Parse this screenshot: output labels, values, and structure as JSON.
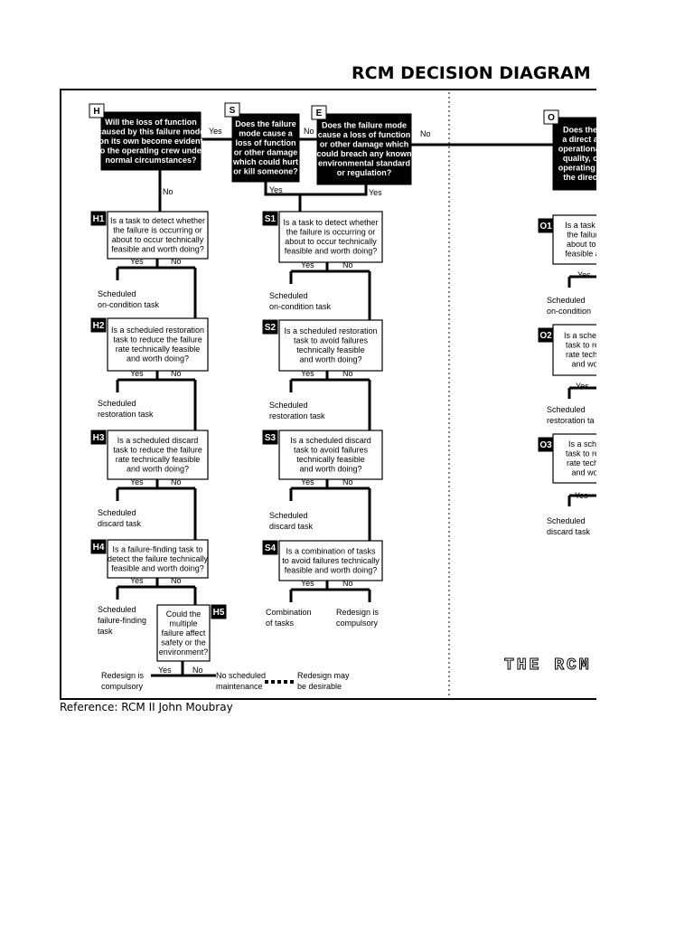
{
  "document": {
    "title": "RCM DECISION DIAGRAM",
    "reference": "Reference: RCM II John Moubray",
    "watermark": "THE RCM"
  },
  "diagram": {
    "tags": {
      "h": "H",
      "s": "S",
      "e": "E",
      "o": "O",
      "h1": "H1",
      "h2": "H2",
      "h3": "H3",
      "h4": "H4",
      "h5": "H5",
      "s1": "S1",
      "s2": "S2",
      "s3": "S3",
      "s4": "S4",
      "o1": "O1",
      "o2": "O2",
      "o3": "O3"
    },
    "questions": {
      "h": [
        "Will the loss of function",
        "caused by this failure mode",
        "on its own become evident",
        "to the operating crew under",
        "normal circumstances?"
      ],
      "s": [
        "Does the failure",
        "mode cause a",
        "loss of function",
        "or other damage",
        "which could hurt",
        "or kill someone?"
      ],
      "e": [
        "Does the failure mode",
        "cause a loss of function",
        "or other damage which",
        "could breach any known",
        "environmental standard",
        "or regulation?"
      ],
      "o": [
        "Does the",
        "a direct a",
        "operational",
        "quality, c",
        "operating c",
        "the direc"
      ],
      "h1": [
        "Is a task to detect whether",
        "the failure is occurring or",
        "about to occur technically",
        "feasible and worth doing?"
      ],
      "h2": [
        "Is a scheduled restoration",
        "task to reduce the failure",
        "rate technically feasible",
        "and worth doing?"
      ],
      "h3": [
        "Is a scheduled discard",
        "task to reduce the failure",
        "rate technically feasible",
        "and worth doing?"
      ],
      "h4": [
        "Is a failure-finding task to",
        "detect the failure technically",
        "feasible and worth doing?"
      ],
      "h5": [
        "Could the",
        "multiple",
        "failure affect",
        "safety or the",
        "environment?"
      ],
      "s1": [
        "Is a task to detect whether",
        "the failure is occurring or",
        "about to occur technically",
        "feasible and worth doing?"
      ],
      "s2": [
        "Is a scheduled restoration",
        "task to avoid failures",
        "technically feasible",
        "and worth doing?"
      ],
      "s3": [
        "Is a scheduled discard",
        "task to avoid failures",
        "technically feasible",
        "and worth doing?"
      ],
      "s4": [
        "Is a combination of tasks",
        "to avoid failures technically",
        "feasible and worth doing?"
      ],
      "o1": [
        "Is a task to",
        "the failure",
        "about to o",
        "feasible an"
      ],
      "o2": [
        "Is a schedu",
        "task to red",
        "rate techni",
        "and wo"
      ],
      "o3": [
        "Is a sche",
        "task to red",
        "rate techn",
        "and wo"
      ]
    },
    "outcomes": {
      "h1": [
        "Scheduled",
        "on-condition task"
      ],
      "h2": [
        "Scheduled",
        "restoration task"
      ],
      "h3": [
        "Scheduled",
        "discard task"
      ],
      "h4": [
        "Scheduled",
        "failure-finding",
        "task"
      ],
      "h5_yes": [
        "Redesign is",
        "compulsory"
      ],
      "h5_no": [
        "No scheduled",
        "maintenance"
      ],
      "may": [
        "Redesign may",
        "be desirable"
      ],
      "s1": [
        "Scheduled",
        "on-condition task"
      ],
      "s2": [
        "Scheduled",
        "restoration task"
      ],
      "s3": [
        "Scheduled",
        "discard task"
      ],
      "s4_yes": [
        "Combination",
        "of tasks"
      ],
      "s4_no": [
        "Redesign is",
        "compulsory"
      ],
      "o1": [
        "Scheduled",
        "on-condition"
      ],
      "o2": [
        "Scheduled",
        "restoration ta"
      ],
      "o3": [
        "Scheduled",
        "discard task"
      ]
    },
    "labels": {
      "yes": "Yes",
      "no": "No",
      "yes_o": "Yes",
      "yes_o3": "Yes"
    }
  }
}
